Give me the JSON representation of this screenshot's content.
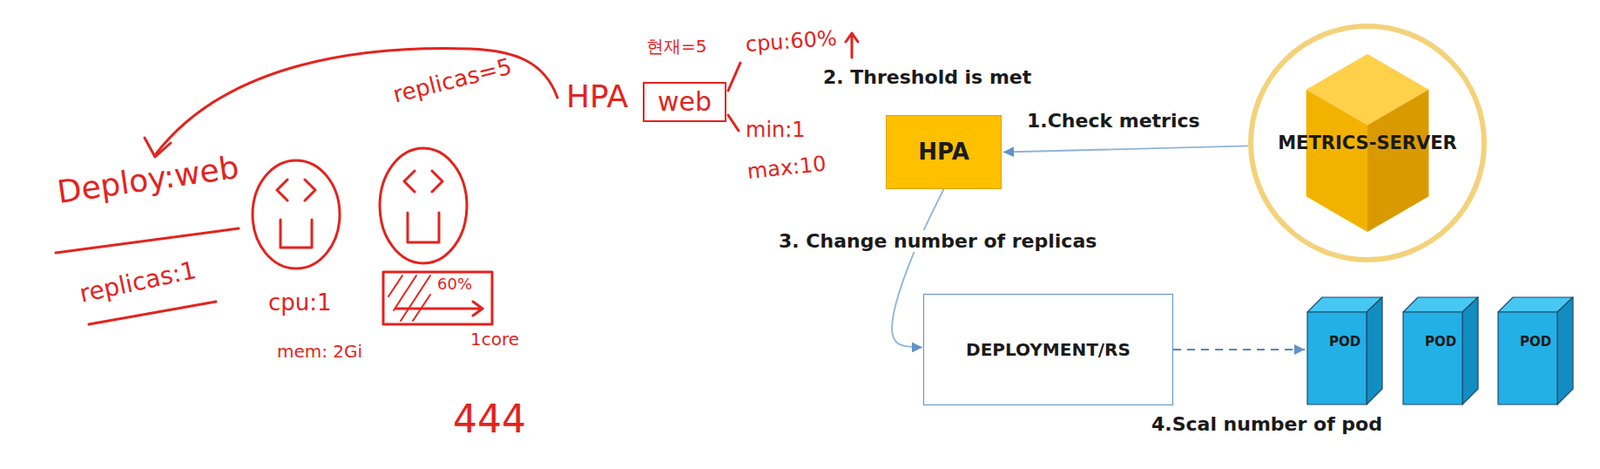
{
  "diagram": {
    "nodes": [
      {
        "text": [
          "web"
        ]
      },
      {
        "text": [
          "HPA"
        ]
      },
      {
        "text": [
          "METRICS-SERVER"
        ]
      },
      {
        "text": [
          "DEPLOYMENT/RS"
        ]
      },
      {
        "text": [
          "POD"
        ]
      },
      {
        "text": [
          "POD"
        ]
      },
      {
        "text": [
          "POD"
        ]
      }
    ],
    "edges": [
      {
        "from": 2,
        "to": 1,
        "label": "1.Check metrics",
        "arrow": "to"
      },
      {
        "from": 1,
        "to": 3,
        "label": "3. Change number of replicas",
        "arrow": "to"
      },
      {
        "from": 3,
        "to": 4,
        "arrow": "to"
      }
    ],
    "labels": [
      "replicas=5",
      "HPA",
      "현재=5",
      "cpu:60%",
      "min:1",
      "max:10",
      "2. Threshold is met",
      "Deploy:web",
      "replicas:1",
      "cpu:1",
      "60%",
      "1core",
      "mem: 2Gi",
      "444",
      "4.Scal number of pod"
    ]
  }
}
